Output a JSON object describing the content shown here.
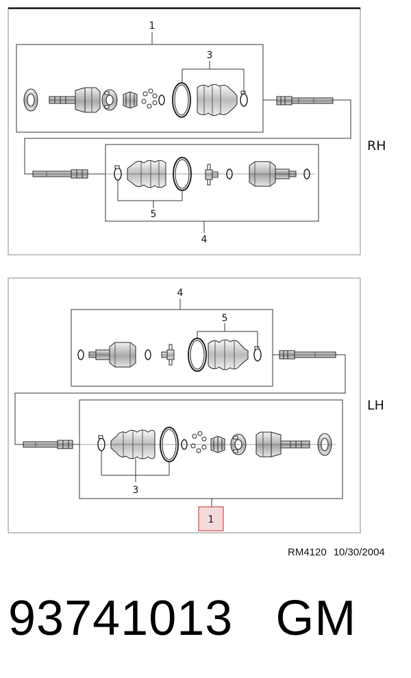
{
  "panels": {
    "rh": {
      "side_label": "RH",
      "outer_callout": "1",
      "outer_boots_callout": "3",
      "inner_callout": "4",
      "inner_boots_callout": "5"
    },
    "lh": {
      "side_label": "LH",
      "inner_callout": "4",
      "inner_boots_callout": "5",
      "outer_boots_callout": "3",
      "outer_callout": "1"
    }
  },
  "footer": {
    "ref_code": "RM4120",
    "date": "10/30/2004"
  },
  "part": {
    "number": "93741013",
    "brand": "GM"
  },
  "colors": {
    "line": "#222222",
    "frame": "#666666",
    "highlight_border": "#d44a4a",
    "highlight_fill": "#f4dada"
  }
}
